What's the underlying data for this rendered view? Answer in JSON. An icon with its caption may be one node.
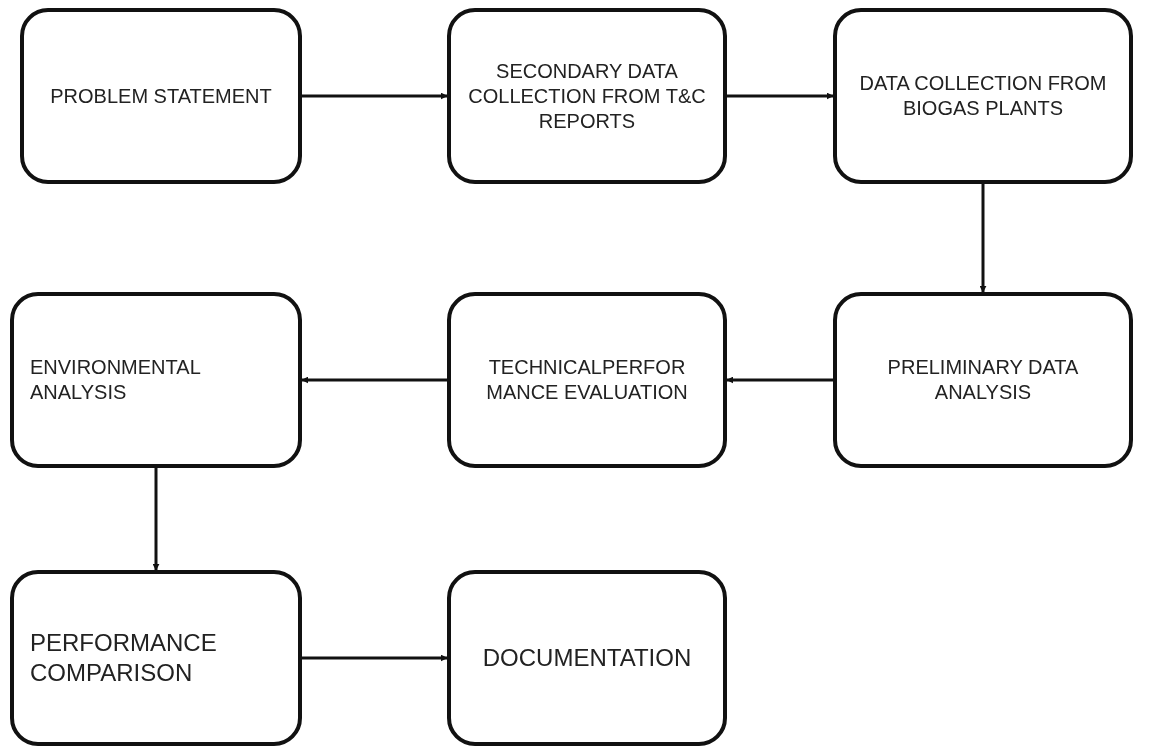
{
  "diagram": {
    "nodes": [
      {
        "text": [
          "PROBLEM STATEMENT"
        ]
      },
      {
        "text": [
          "SECONDARY DATA COLLECTION FROM T&C REPORTS"
        ]
      },
      {
        "text": [
          "DATA COLLECTION FROM BIOGAS PLANTS"
        ]
      },
      {
        "text": [
          "PRELIMINARY DATA ANALYSIS"
        ]
      },
      {
        "text": [
          "TECHNICALPERFOR MANCE EVALUATION"
        ]
      },
      {
        "text": [
          "ENVIRONMENTAL ANALYSIS"
        ]
      },
      {
        "text": [
          "PERFORMANCE COMPARISON"
        ]
      },
      {
        "text": [
          "DOCUMENTATION"
        ]
      }
    ],
    "edges": [
      {
        "from": 0,
        "to": 1,
        "arrow": "to"
      },
      {
        "from": 1,
        "to": 2,
        "arrow": "to"
      },
      {
        "from": 2,
        "to": 3,
        "arrow": "to"
      },
      {
        "from": 3,
        "to": 4,
        "arrow": "to"
      },
      {
        "from": 4,
        "to": 5,
        "arrow": "to"
      },
      {
        "from": 5,
        "to": 6,
        "arrow": "to"
      },
      {
        "from": 6,
        "to": 7,
        "arrow": "to"
      }
    ]
  }
}
